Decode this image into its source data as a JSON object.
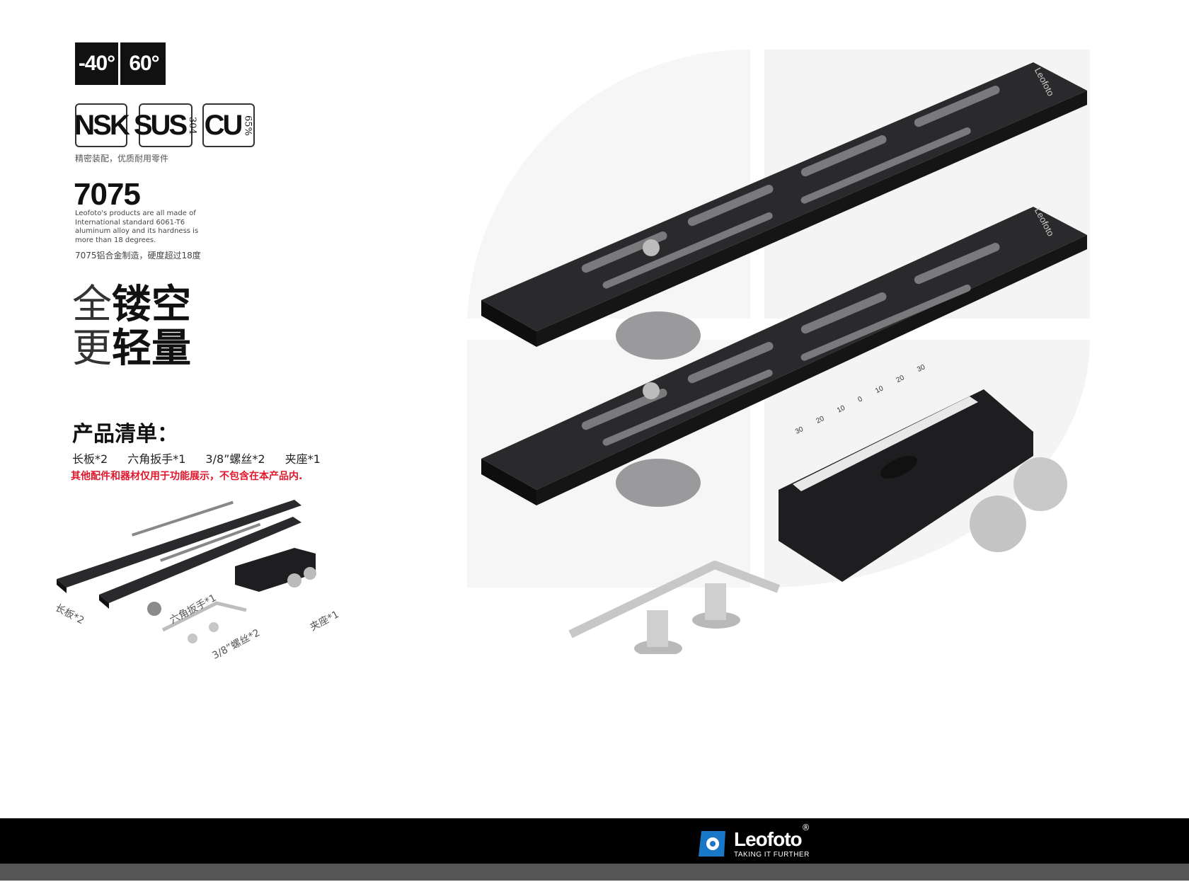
{
  "temperature": {
    "low": "-40°",
    "high": "60°"
  },
  "materials": [
    {
      "main": "NSK",
      "sub": ""
    },
    {
      "main": "SUS",
      "sub": "304"
    },
    {
      "main": "CU",
      "sub": "65%"
    }
  ],
  "materials_note": "精密装配，优质耐用零件",
  "alloy": {
    "title": "7075",
    "en": "Leofoto's products are all made of International standard 6061-T6 aluminum alloy and its hardness is more than 18 degrees.",
    "cn": "7075铝合金制造，硬度超过18度"
  },
  "hero": {
    "line1_thin": "全",
    "line1_bold": "镂空",
    "line2_thin": "更",
    "line2_bold": "轻量"
  },
  "package": {
    "title": "产品清单：",
    "items": [
      "长板*2",
      "六角扳手*1",
      "3/8”螺丝*2",
      "夹座*1"
    ],
    "note": "其他配件和器材仅用于功能展示，不包含在本产品内."
  },
  "captions": {
    "plate": "长板*2",
    "wrench": "六角扳手*1",
    "screw": "3/8”螺丝*2",
    "clamp": "夹座*1"
  },
  "product_label": "Leofoto",
  "scale_labels": [
    "30",
    "20",
    "10",
    "0",
    "10",
    "20",
    "30"
  ],
  "brand": {
    "name": "Leofoto",
    "reg": "®",
    "tagline": "TAKING IT FURTHER"
  },
  "colors": {
    "accent": "#e0182d",
    "footer": "#000000",
    "plate": "#2a2a2c"
  }
}
